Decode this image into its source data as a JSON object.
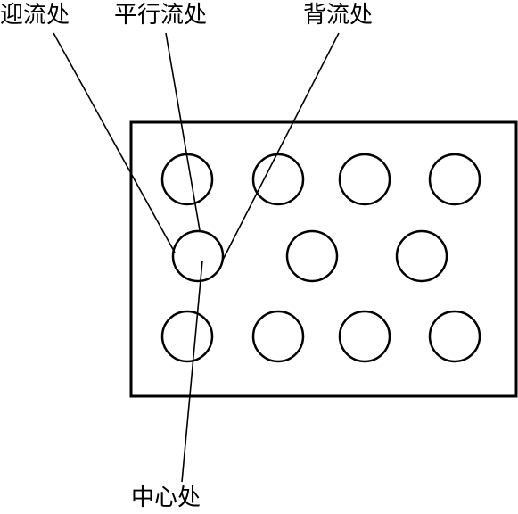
{
  "labels": {
    "upstream": "迎流处",
    "parallel": "平行流处",
    "downstream": "背流处",
    "center": "中心处"
  },
  "colors": {
    "stroke": "#000000",
    "background": "#ffffff"
  }
}
